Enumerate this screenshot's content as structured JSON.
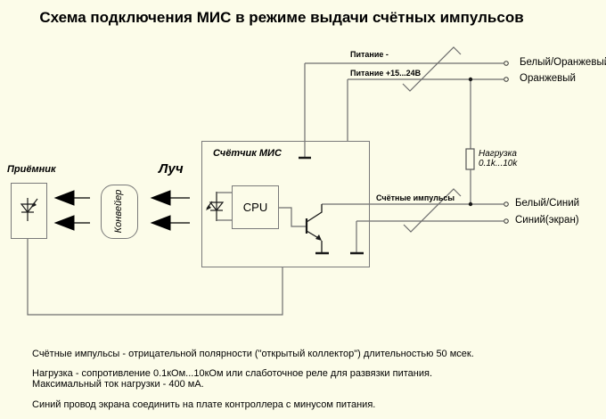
{
  "title": "Схема подключения МИС в режиме выдачи счётных импульсов",
  "diagram": {
    "receiver_label": "Приёмник",
    "beam_label": "Луч",
    "conveyor_label": "Конвейер",
    "counter_label": "Счётчик МИС",
    "cpu_label": "CPU",
    "power_minus_label": "Питание  -",
    "power_plus_label": "Питание  +15...24В",
    "pulses_label": "Счётные импульсы",
    "load_label_line1": "Нагрузка",
    "load_label_line2": "0.1k...10k",
    "terminals": [
      "Белый/Оранжевый",
      "Оранжевый",
      "Белый/Синий",
      "Синий(экран)"
    ]
  },
  "notes": [
    "Счётные импульсы - отрицательной полярности (\"открытый коллектор\") длительностью 50 мсек.",
    "Нагрузка - сопротивление 0.1кОм...10кОм или слаботочное реле для развязки питания.",
    "Максимальный ток нагрузки - 400 мА.",
    "Синий провод экрана соединить на плате контроллера с минусом питания."
  ],
  "colors": {
    "background": "#FCFCE9",
    "wire": "#6E6E6E",
    "symbol": "#1A1A1A",
    "text": "#000000"
  }
}
